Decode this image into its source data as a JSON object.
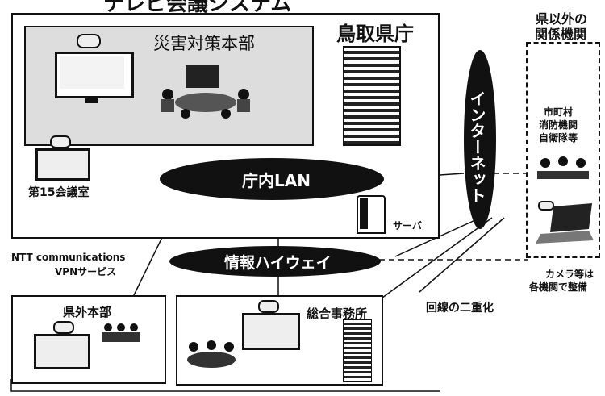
{
  "diagram": {
    "top_title": "テレビ会議システム",
    "pref_office": "鳥取県庁",
    "disaster_hq": "災害対策本部",
    "meeting_room": "第15会議室",
    "lan": "庁内LAN",
    "server": "サーバ",
    "internet": "インターネット",
    "info_highway": "情報ハイウェイ",
    "ntt_line1": "NTT communications",
    "ntt_line2": "VPNサービス",
    "outside_hq": "県外本部",
    "general_office": "総合事務所",
    "redundancy": "回線の二重化",
    "external_title_line1": "県以外の",
    "external_title_line2": "関係機関",
    "external_members": [
      "市町村",
      "消防機関",
      "自衛隊等"
    ],
    "camera_note_line1": "カメラ等は",
    "camera_note_line2": "各機関で整備"
  }
}
